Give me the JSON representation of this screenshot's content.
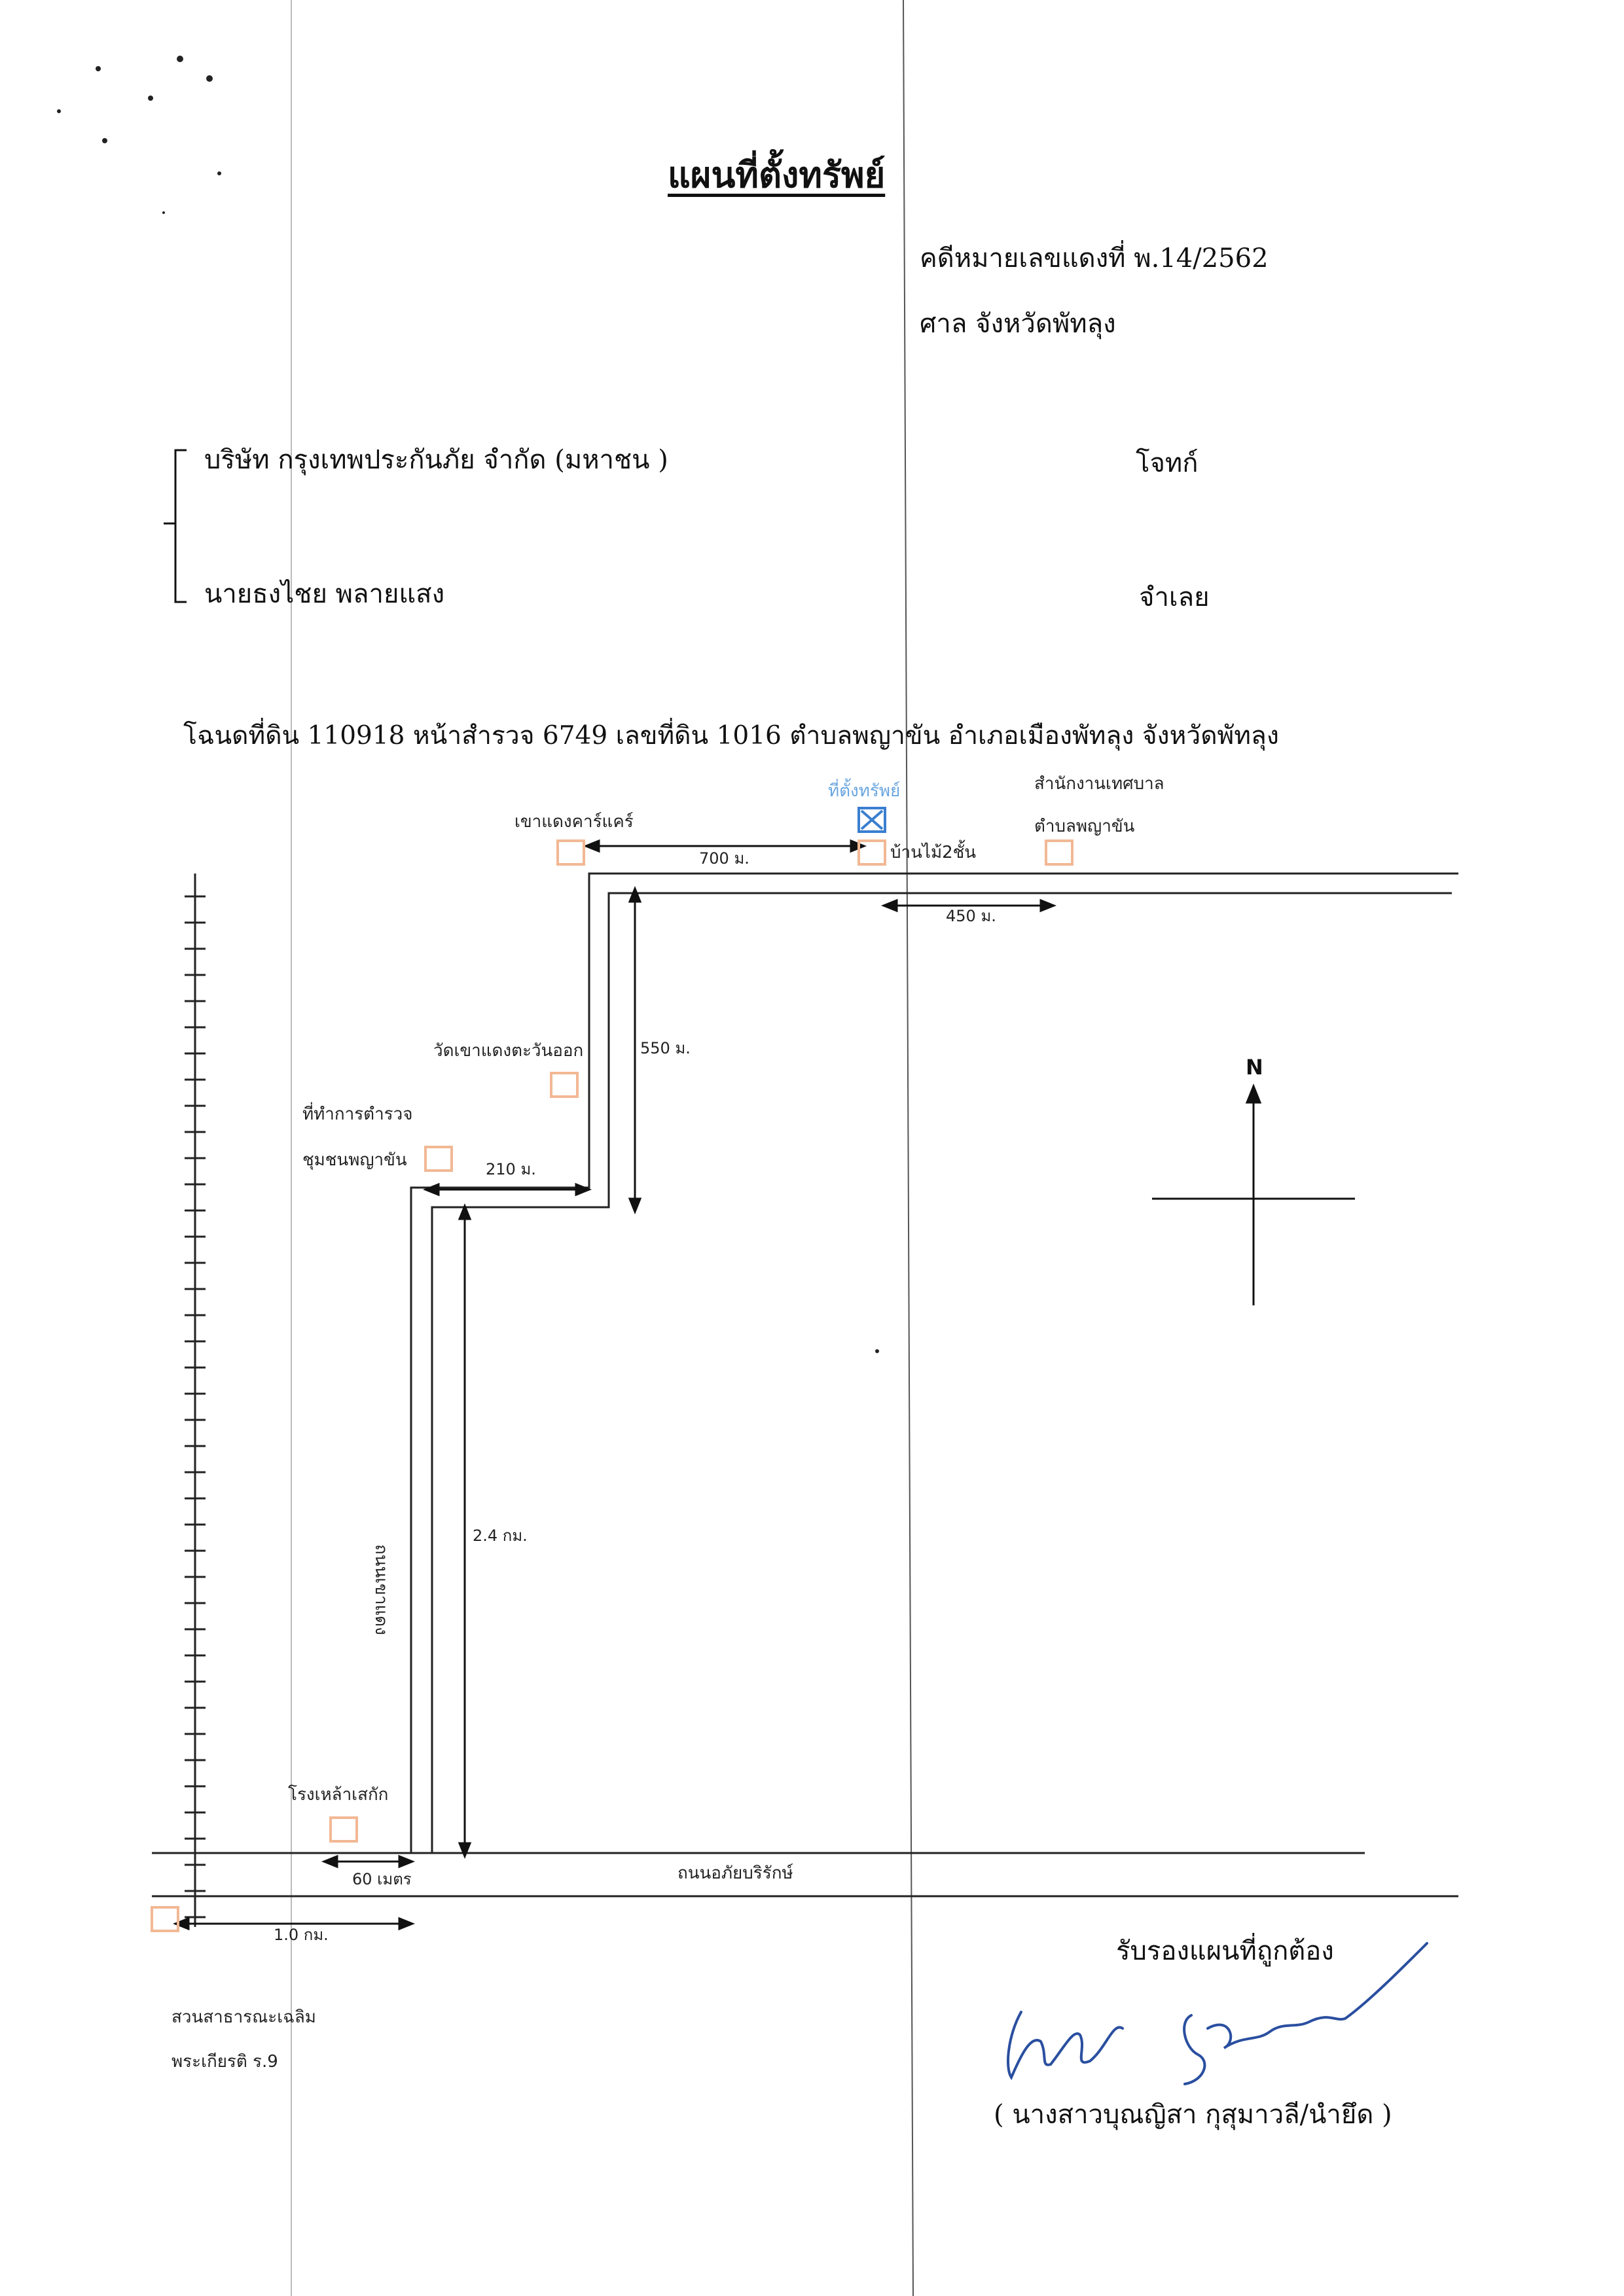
{
  "document": {
    "title": "แผนที่ตั้งทรัพย์",
    "case_number": "คดีหมายเลขแดงที่ พ.14/2562",
    "court": "ศาล จังหวัดพัทลุง",
    "plaintiff": {
      "name": "บริษัท กรุงเทพประกันภัย จำกัด (มหาชน )",
      "role": "โจทก์"
    },
    "defendant": {
      "name": "นายธงไชย  พลายแสง",
      "role": "จำเลย"
    },
    "deed_line": "โฉนดที่ดิน 110918  หน้าสำรวจ 6749 เลขที่ดิน 1016 ตำบลพญาขัน  อำเภอเมืองพัทลุง จังหวัดพัทลุง"
  },
  "map": {
    "property_label": "ที่ตั้งทรัพย์",
    "landmarks": {
      "khao_daeng_care": "เขาแดงคาร์แคร์",
      "house_2floor": "บ้านไม้2ชั้น",
      "municipal_office_1": "สำนักงานเทศบาล",
      "municipal_office_2": "ตำบลพญาขัน",
      "wat": "วัดเขาแดงตะวันออก",
      "police_1": "ที่ทำการตำรวจ",
      "police_2": "ชุมชนพญาขัน",
      "liquor_factory": "โรงเหล้าเสกัก",
      "park_1": "สวนสาธารณะเฉลิม",
      "park_2": "พระเกียรติ ร.9"
    },
    "roads": {
      "vertical_road": "ถนนเขาแดง",
      "main_road": "ถนนอภัยบริรักษ์"
    },
    "distances": {
      "d700": "700 ม.",
      "d450": "450 ม.",
      "d550": "550 ม.",
      "d210": "210 ม.",
      "d24": "2.4 กม.",
      "d60": "60 เมตร",
      "d10": "1.0 กม."
    },
    "north": "N"
  },
  "certification": {
    "text": "รับรองแผนที่ถูกต้อง",
    "signer": "( นางสาวบุณญิสา กุสุมาวลี/นำยึด )"
  },
  "colors": {
    "landmark_square": "#f2b894",
    "property_marker": "#3a7fd0",
    "ink": "#111111",
    "signature": "#2a4fa0"
  }
}
